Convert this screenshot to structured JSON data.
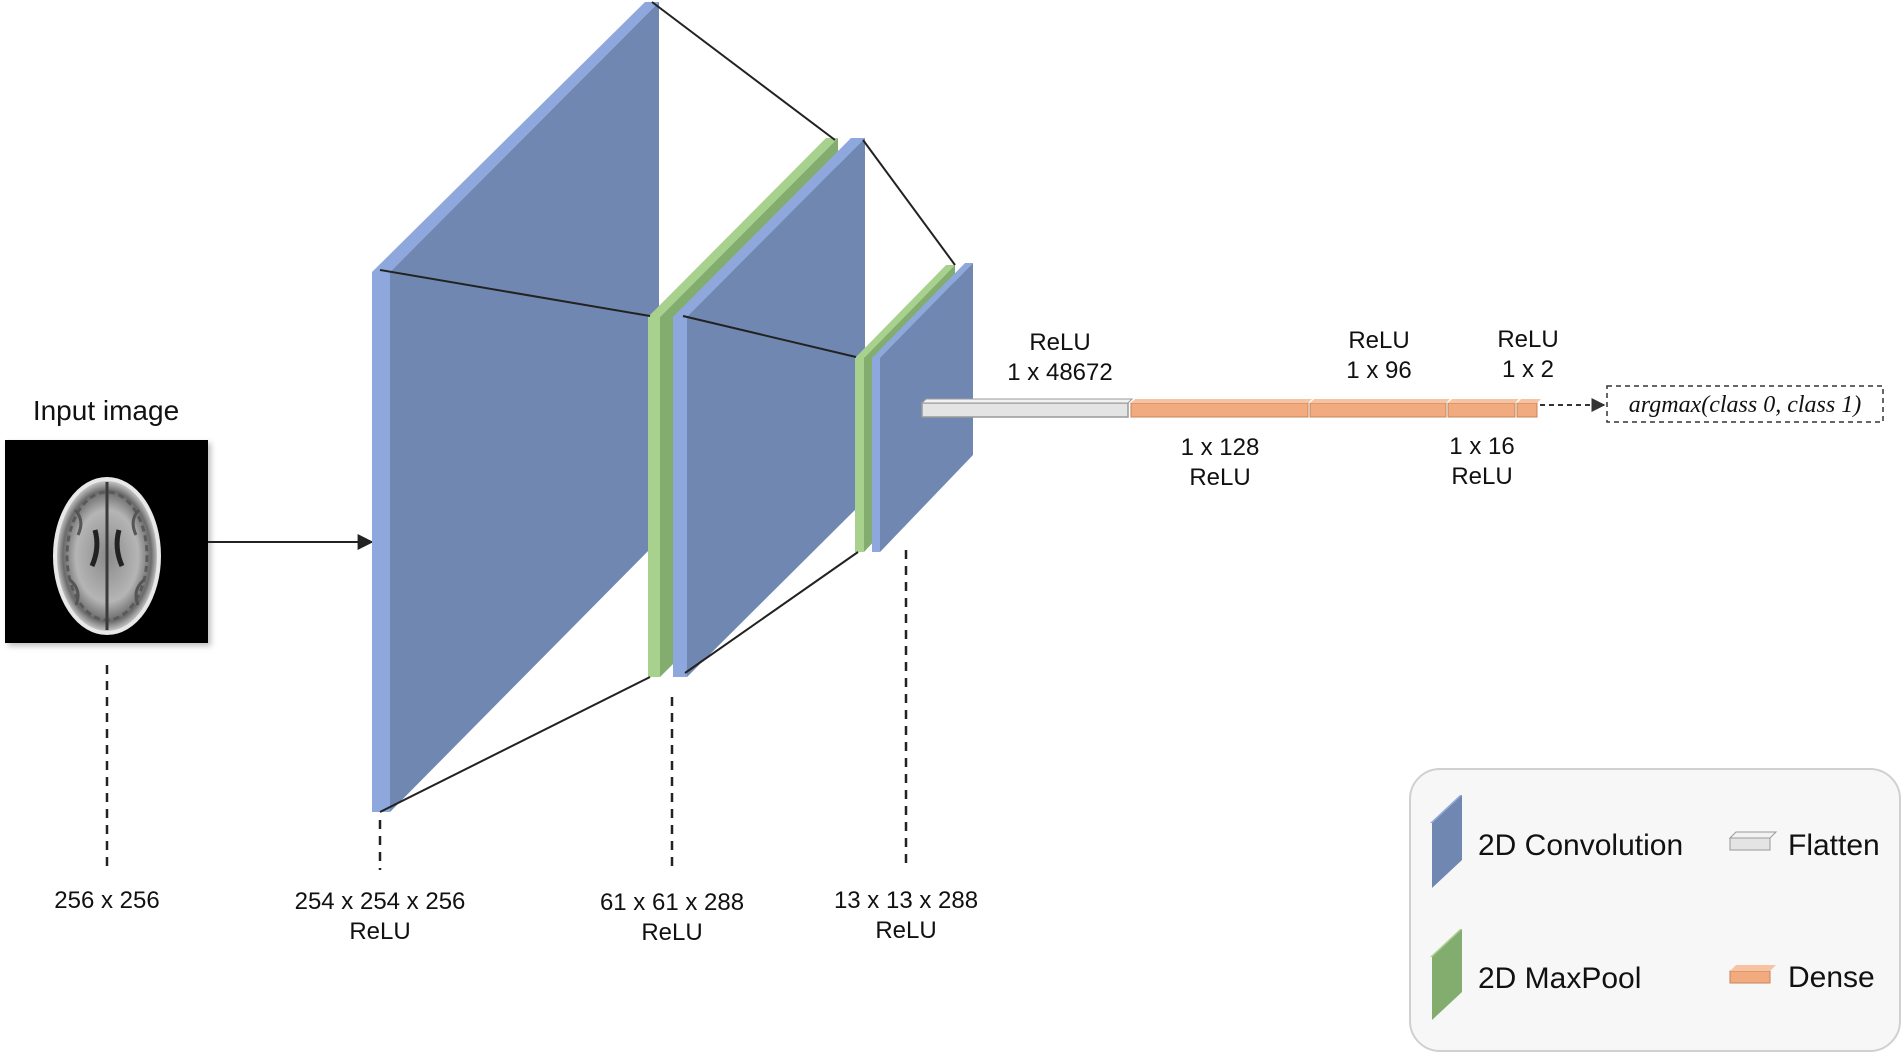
{
  "input": {
    "title": "Input image",
    "size": "256 x 256"
  },
  "layers": [
    {
      "type": "2D Convolution",
      "dims": "254 x 254 x 256",
      "activation": "ReLU"
    },
    {
      "type": "2D MaxPool + 2D Convolution",
      "dims": "61 x 61 x 288",
      "activation": "ReLU"
    },
    {
      "type": "2D MaxPool + 2D Convolution",
      "dims": "13 x 13 x 288",
      "activation": "ReLU"
    }
  ],
  "dense_layers": [
    {
      "type": "Flatten",
      "activation": "ReLU",
      "size": "1 x 48672"
    },
    {
      "type": "Dense",
      "size": "1 x 128",
      "activation": "ReLU"
    },
    {
      "type": "Dense",
      "activation": "ReLU",
      "size": "1 x 96"
    },
    {
      "type": "Dense",
      "size": "1 x 16",
      "activation": "ReLU"
    },
    {
      "type": "Dense",
      "activation": "ReLU",
      "size": "1 x 2"
    }
  ],
  "output": {
    "label": "argmax(class 0, class 1)"
  },
  "legend": {
    "conv": "2D Convolution",
    "maxpool": "2D MaxPool",
    "flatten": "Flatten",
    "dense": "Dense"
  },
  "colors": {
    "conv_face": "#7088B1",
    "conv_edge": "#8EA8DD",
    "maxpool_face": "#82AD6E",
    "maxpool_edge": "#A9D18E",
    "flatten": "#E4E4E4",
    "dense": "#F2AB7F"
  }
}
